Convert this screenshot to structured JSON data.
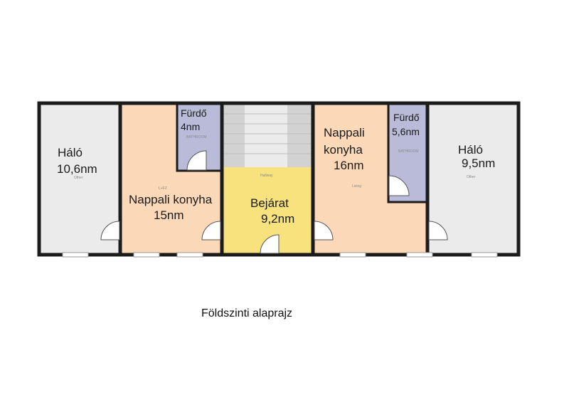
{
  "caption": "Földszinti alaprajz",
  "colors": {
    "wall": "#1b1b1b",
    "bedroom": "#ebebeb",
    "living": "#fbd8b7",
    "entrance": "#f7e27e",
    "bathroom": "#b9bbd8",
    "stairs": "#cfcfcf"
  },
  "rooms": {
    "halo_left": {
      "name": "Háló",
      "area": "10,6nm",
      "tag": "Other"
    },
    "nappali_left": {
      "name": "Nappali konyha",
      "area": "15nm",
      "tag": "L+FZ"
    },
    "furdo_left": {
      "name": "Fürdő",
      "area": "4nm",
      "tag": "BATHROOM"
    },
    "bejarat": {
      "name": "Bejárat",
      "area": "9,2nm",
      "tag": "Hallway"
    },
    "nappali_right": {
      "name": "Nappali",
      "name2": "konyha",
      "area": "16nm",
      "tag": "Living"
    },
    "furdo_right": {
      "name": "Fürdő",
      "area": "5,6nm",
      "tag": "BATHROOM"
    },
    "halo_right": {
      "name": "Háló",
      "area": "9,5nm",
      "tag": "Other"
    }
  }
}
